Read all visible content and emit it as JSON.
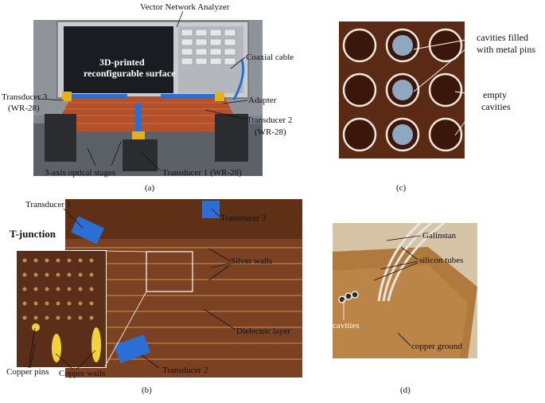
{
  "panel_a": {
    "labels": {
      "vna": "Vector Network Analyzer",
      "surface_line1": "3D-printed",
      "surface_line2": "reconfigurable surface",
      "coax": "Coaxial cable",
      "t3_line1": "Transducer 3",
      "t3_line2": "(WR-28)",
      "adapter": "Adapter",
      "t2_line1": "Transducer 2",
      "t2_line2": "(WR-28)",
      "stages": "3-axis optical stages",
      "t1": "Transducer 1  (WR-28)"
    },
    "caption": "(a)"
  },
  "panel_b": {
    "labels": {
      "t1": "Transducer 1",
      "t3": "Transducer 3",
      "tjunction": "T-junction",
      "silver": "Silver walls",
      "dielectric": "Dielectric layer",
      "copper_pins": "Copper pins",
      "copper_walls": "Copper walls",
      "t2": "Transducer 2"
    },
    "caption": "(b)"
  },
  "panel_c": {
    "labels": {
      "filled_line1": "cavities filled",
      "filled_line2": "with metal pins",
      "empty_line1": "empty",
      "empty_line2": "cavities"
    },
    "caption": "(c)"
  },
  "panel_d": {
    "labels": {
      "galinstan": "Galinstan",
      "silicon": "silicon tubes",
      "cavities": "cavities",
      "ground": "copper ground"
    },
    "caption": "(d)"
  }
}
